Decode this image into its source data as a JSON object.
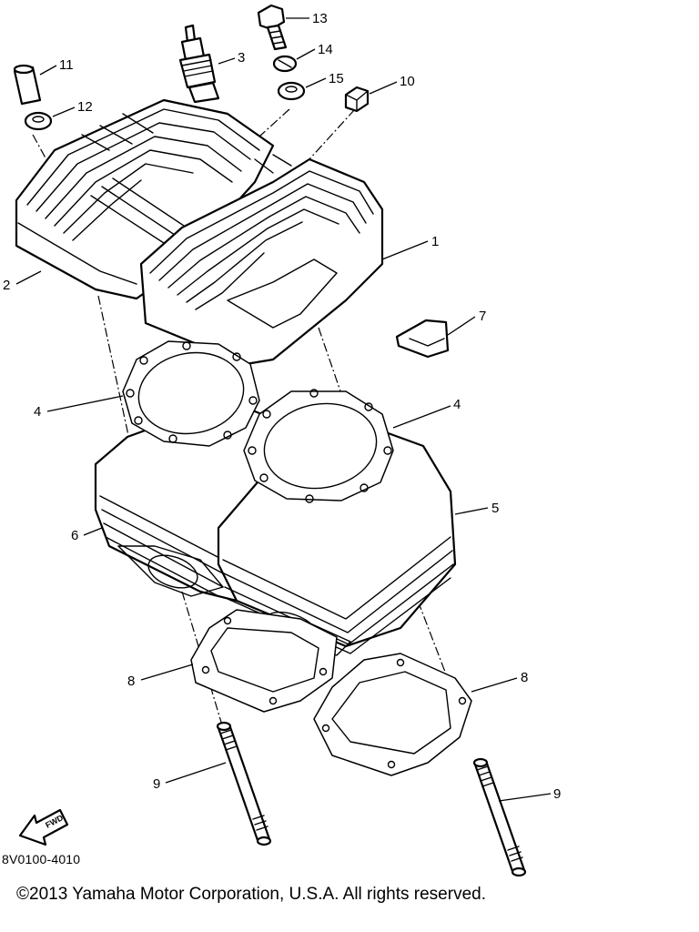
{
  "diagram": {
    "callouts": [
      {
        "id": "1",
        "label": "1"
      },
      {
        "id": "2",
        "label": "2"
      },
      {
        "id": "3",
        "label": "3"
      },
      {
        "id": "4a",
        "label": "4"
      },
      {
        "id": "4b",
        "label": "4"
      },
      {
        "id": "5",
        "label": "5"
      },
      {
        "id": "6",
        "label": "6"
      },
      {
        "id": "7",
        "label": "7"
      },
      {
        "id": "8a",
        "label": "8"
      },
      {
        "id": "8b",
        "label": "8"
      },
      {
        "id": "9a",
        "label": "9"
      },
      {
        "id": "9b",
        "label": "9"
      },
      {
        "id": "10",
        "label": "10"
      },
      {
        "id": "11",
        "label": "11"
      },
      {
        "id": "12",
        "label": "12"
      },
      {
        "id": "13",
        "label": "13"
      },
      {
        "id": "14",
        "label": "14"
      },
      {
        "id": "15",
        "label": "15"
      }
    ],
    "fwd_label": "FWD",
    "part_code": "8V0100-4010",
    "copyright": "©2013 Yamaha Motor Corporation, U.S.A. All rights reserved."
  }
}
